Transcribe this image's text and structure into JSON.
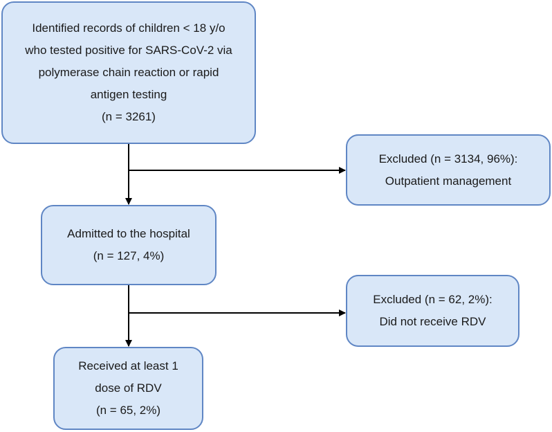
{
  "flowchart": {
    "identified": {
      "lines": [
        "Identified records of children < 18 y/o",
        "who tested positive for SARS-CoV-2 via",
        "polymerase chain reaction or rapid",
        "antigen testing",
        "(n = 3261)"
      ]
    },
    "excluded_outpatient": {
      "lines": [
        "Excluded (n = 3134, 96%):",
        "Outpatient management"
      ]
    },
    "admitted": {
      "lines": [
        "Admitted to the hospital",
        "(n = 127, 4%)"
      ]
    },
    "excluded_no_rdv": {
      "lines": [
        "Excluded (n = 62, 2%):",
        "Did not receive RDV"
      ]
    },
    "received": {
      "lines": [
        "Received at least 1",
        "dose of RDV",
        "(n = 65, 2%)"
      ]
    }
  },
  "colors": {
    "box_fill": "#d9e7f8",
    "box_border": "#5f86c4",
    "arrow": "#000000",
    "text": "#1a1a1a"
  }
}
